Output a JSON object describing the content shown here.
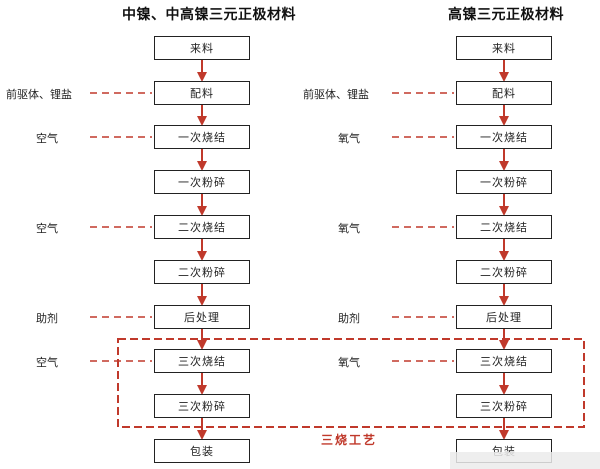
{
  "colors": {
    "arrow": "#c0392b",
    "dashed": "#c0392b",
    "border": "#222222",
    "highlight_label": "#c0392b"
  },
  "left": {
    "title": "中镍、中高镍三元正极材料",
    "steps": [
      "来料",
      "配料",
      "一次烧结",
      "一次粉碎",
      "二次烧结",
      "二次粉碎",
      "后处理",
      "三次烧结",
      "三次粉碎",
      "包装"
    ],
    "inputs": [
      "前驱体、锂盐",
      "空气",
      "空气",
      "助剂",
      "空气"
    ]
  },
  "right": {
    "title": "高镍三元正极材料",
    "steps": [
      "来料",
      "配料",
      "一次烧结",
      "一次粉碎",
      "二次烧结",
      "二次粉碎",
      "后处理",
      "三次烧结",
      "三次粉碎",
      "包装"
    ],
    "inputs": [
      "前驱体、锂盐",
      "氧气",
      "氧气",
      "助剂",
      "氧气"
    ]
  },
  "highlight": {
    "label": "三烧工艺"
  }
}
